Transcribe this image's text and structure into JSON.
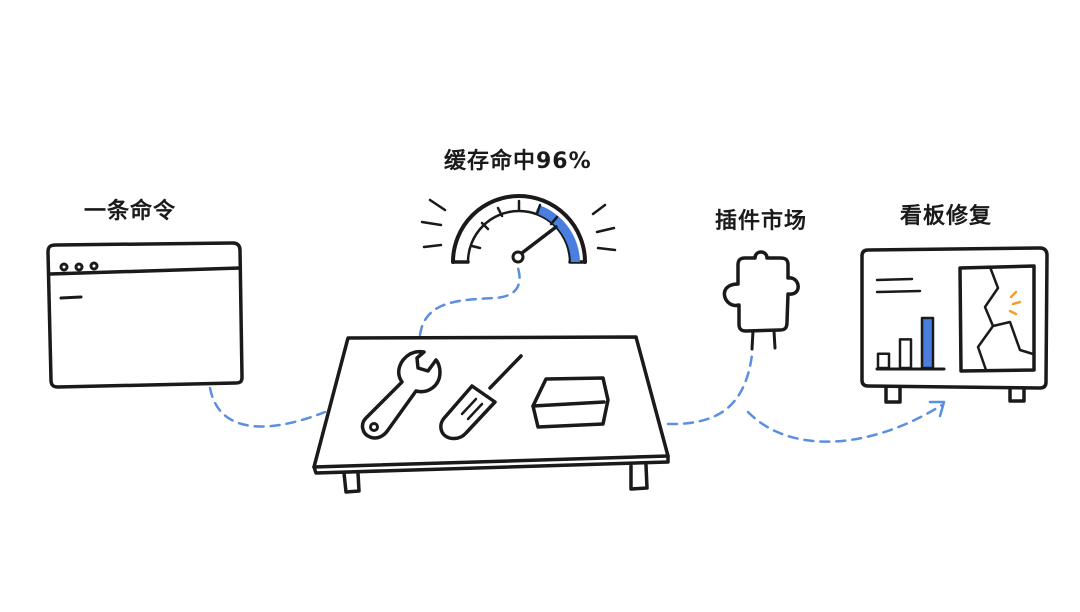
{
  "labels": {
    "command": "一条命令",
    "cache": "缓存命中96%",
    "plugin": "插件市场",
    "dashboard": "看板修复"
  },
  "gauge": {
    "fill_fraction": 0.96
  },
  "dashboard_bars": {
    "values": [
      1,
      2,
      3.5
    ],
    "highlight_index": 2
  },
  "colors": {
    "ink": "#1a1a1a",
    "accent_blue": "#4a7fe0",
    "connector_blue": "#5b8fe0",
    "spark_orange": "#f0a030",
    "background": "#ffffff"
  }
}
